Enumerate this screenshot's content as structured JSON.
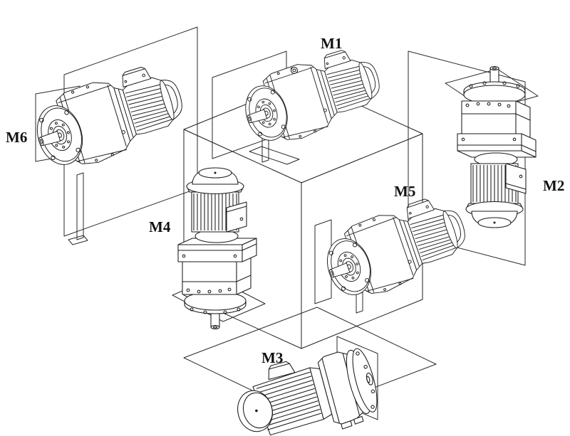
{
  "labels": {
    "m1": "M1",
    "m2": "M2",
    "m3": "M3",
    "m4": "M4",
    "m5": "M5",
    "m6": "M6"
  },
  "colors": {
    "line": "#1a1a1a",
    "background": "#ffffff"
  }
}
